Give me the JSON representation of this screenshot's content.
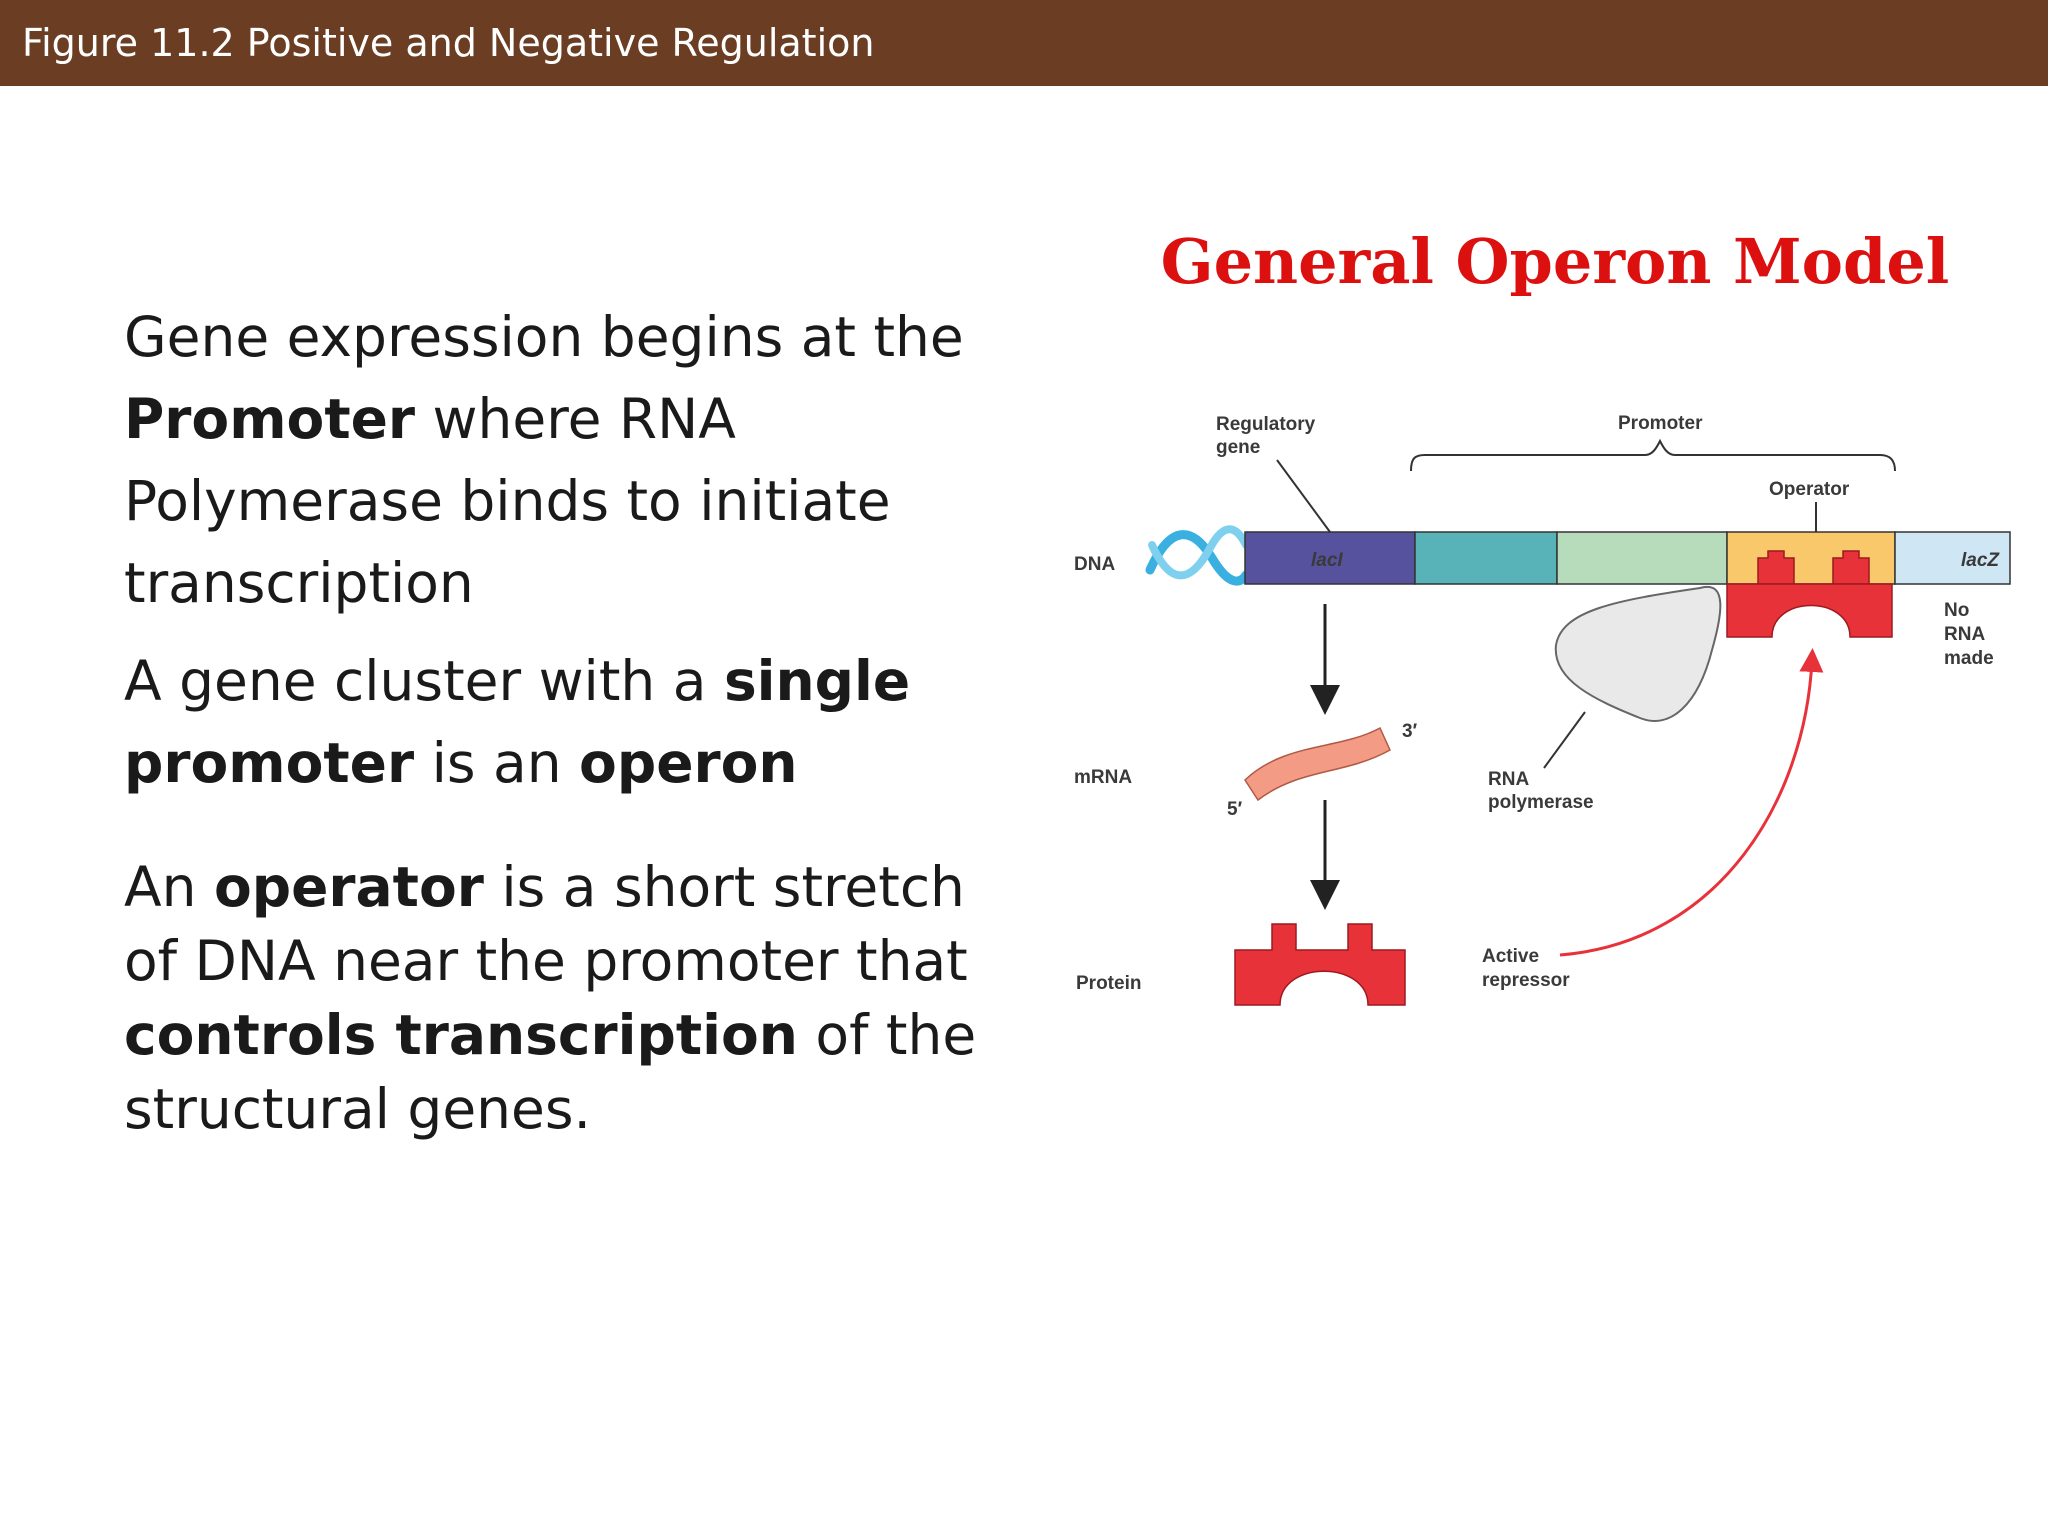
{
  "header": {
    "title": "Figure 11.2  Positive and Negative Regulation"
  },
  "content": {
    "p1": {
      "t1": "Gene expression begins at the ",
      "b1": "Promoter",
      "t2": " where RNA Polymerase binds to initiate transcription"
    },
    "p2": {
      "t1": "A gene cluster with a ",
      "b1": "single promoter",
      "t2": " is an ",
      "b2": "operon"
    },
    "p3": {
      "t1": "An ",
      "b1": "operator",
      "t2": " is a short stretch of DNA near the promoter that ",
      "b2": "controls transcription",
      "t3": " of the structural genes."
    }
  },
  "diagram": {
    "title": "General Operon Model",
    "labels": {
      "regulatory_gene_line1": "Regulatory",
      "regulatory_gene_line2": "gene",
      "promoter": "Promoter",
      "operator": "Operator",
      "dna": "DNA",
      "laci": "lacI",
      "lacz": "lacZ",
      "no_rna_line1": "No",
      "no_rna_line2": "RNA",
      "no_rna_line3": "made",
      "mrna": "mRNA",
      "three_prime": "3′",
      "five_prime": "5′",
      "rna_pol_line1": "RNA",
      "rna_pol_line2": "polymerase",
      "protein": "Protein",
      "active_rep_line1": "Active",
      "active_rep_line2": "repressor"
    },
    "colors": {
      "laci": "#56529e",
      "promoter_a": "#57b3b8",
      "promoter_b": "#b6dcbc",
      "operator": "#f9c86a",
      "lacz": "#cfe7f4",
      "repressor": "#e8323a",
      "mrna": "#f39b85",
      "polymerase": "#e9e9e9",
      "arrow_red": "#e8323a",
      "dna_helix": "#3ab0e0",
      "title": "#dd1010",
      "header_bg": "#6b3e24"
    }
  }
}
